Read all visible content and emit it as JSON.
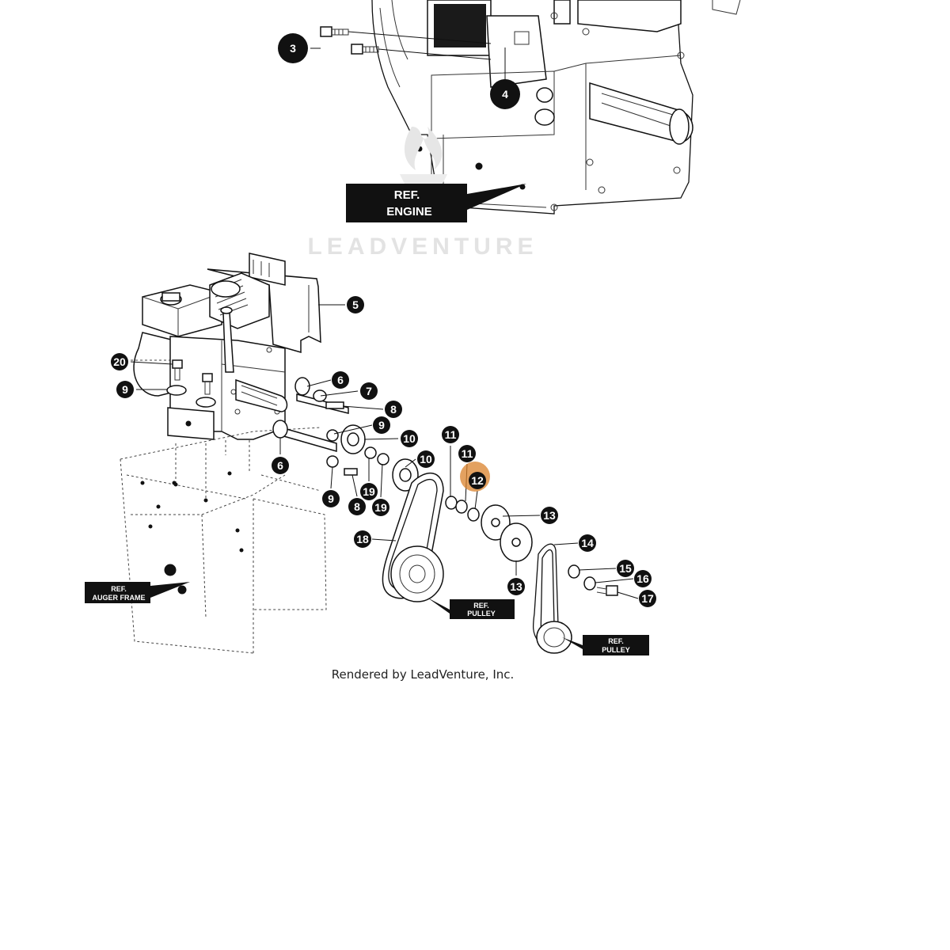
{
  "watermark": {
    "text": "LEADVENTURE"
  },
  "credit": "Rendered by LeadVenture, Inc.",
  "ref_labels": {
    "engine": [
      "REF.",
      "ENGINE"
    ],
    "auger_frame": [
      "REF.",
      "AUGER FRAME"
    ],
    "pulley_1": [
      "REF.",
      "PULLEY"
    ],
    "pulley_2": [
      "REF.",
      "PULLEY"
    ]
  },
  "callouts": [
    {
      "label": "3"
    },
    {
      "label": "4"
    },
    {
      "label": "5"
    },
    {
      "label": "20"
    },
    {
      "label": "9"
    },
    {
      "label": "6"
    },
    {
      "label": "7"
    },
    {
      "label": "8"
    },
    {
      "label": "9"
    },
    {
      "label": "10"
    },
    {
      "label": "6"
    },
    {
      "label": "10"
    },
    {
      "label": "19"
    },
    {
      "label": "19"
    },
    {
      "label": "9"
    },
    {
      "label": "8"
    },
    {
      "label": "11"
    },
    {
      "label": "11"
    },
    {
      "label": "12"
    },
    {
      "label": "13"
    },
    {
      "label": "13"
    },
    {
      "label": "14"
    },
    {
      "label": "15"
    },
    {
      "label": "16"
    },
    {
      "label": "17"
    },
    {
      "label": "18"
    }
  ],
  "highlighted_callout": "12",
  "colors": {
    "callout_fill": "#111111",
    "highlight": "#d9822b",
    "ink": "#111111"
  }
}
